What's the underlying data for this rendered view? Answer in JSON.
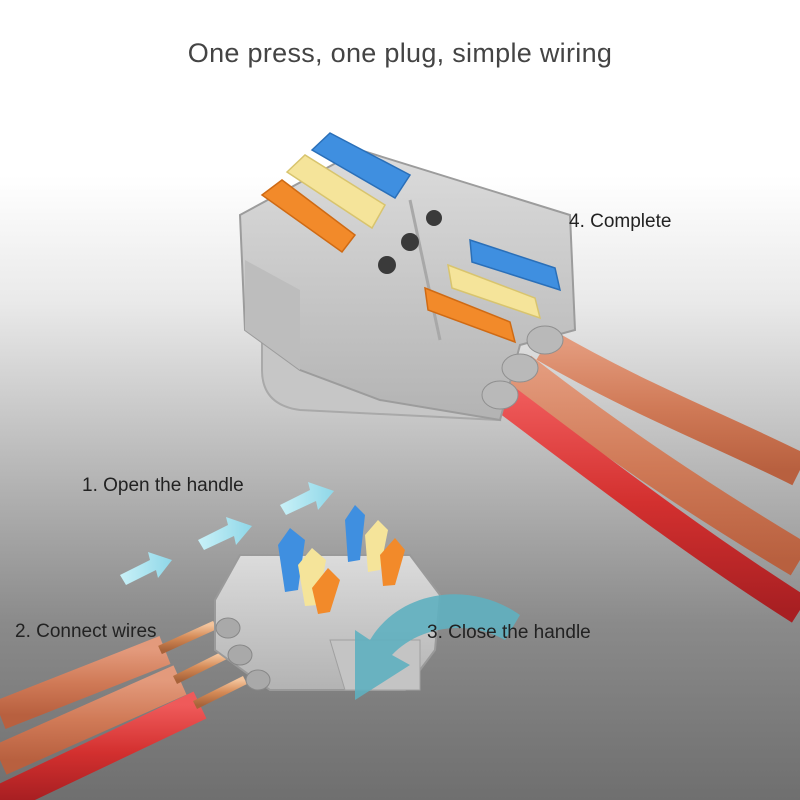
{
  "headline": "One press, one plug, simple wiring",
  "steps": [
    {
      "label": "1. Open the handle"
    },
    {
      "label": "2. Connect wires"
    },
    {
      "label": "3. Close the handle"
    },
    {
      "label": "4. Complete"
    }
  ],
  "colors": {
    "connector_body": "#cfcfcf",
    "lever_blue": "#3f8fe0",
    "lever_yellow": "#f5e49a",
    "lever_orange": "#f28a2a",
    "wire_orange": "#d9805f",
    "wire_red": "#d8383c",
    "copper": "#d99a6c",
    "arrow_cyan": "#9fe0ee",
    "curved_arrow": "#5fb0c0"
  }
}
